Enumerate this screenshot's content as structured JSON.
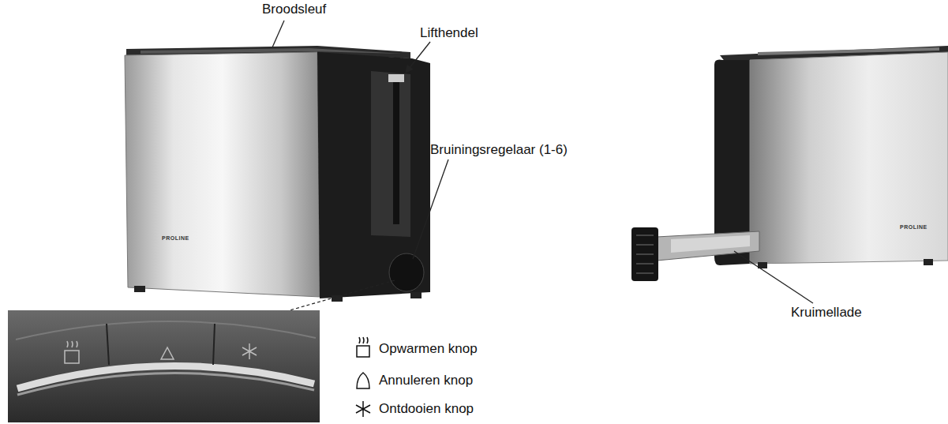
{
  "diagram": {
    "labels": [
      "Broodsleuf",
      "Lifthendel",
      "Bruiningsregelaar (1-6)",
      "Kruimellade",
      "PROLINE",
      "PROLINE"
    ],
    "legend": [
      {
        "text": "Opwarmen knop"
      },
      {
        "text": "Annuleren knop"
      },
      {
        "text": "Ontdooien knop"
      }
    ]
  }
}
